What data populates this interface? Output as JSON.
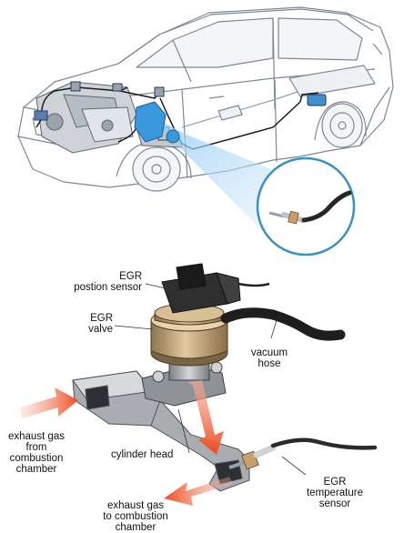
{
  "labels": {
    "egr_position_sensor": [
      "EGR",
      "postion sensor"
    ],
    "egr_valve": [
      "EGR",
      "valve"
    ],
    "vacuum_hose": [
      "vacuum",
      "hose"
    ],
    "exhaust_in": [
      "exhaust gas",
      "from",
      "combustion",
      "chamber"
    ],
    "cylinder_head": [
      "cylinder head"
    ],
    "exhaust_out": [
      "exhaust gas",
      "to combustion",
      "chamber"
    ],
    "egr_temperature_sensor": [
      "EGR",
      "temperature",
      "sensor"
    ]
  },
  "colors": {
    "car_body": "#ffffff",
    "car_outline": "#7d8796",
    "wiring": "#1c1c1c",
    "highlight_blue": "#2f8fd2",
    "inset_ring": "#3a8fc8",
    "exhaust_arrow": "#ee4a22",
    "valve_bronze": "#c8a878",
    "valve_dark": "#2a2a2a",
    "metal_gray": "#a9adb2"
  }
}
